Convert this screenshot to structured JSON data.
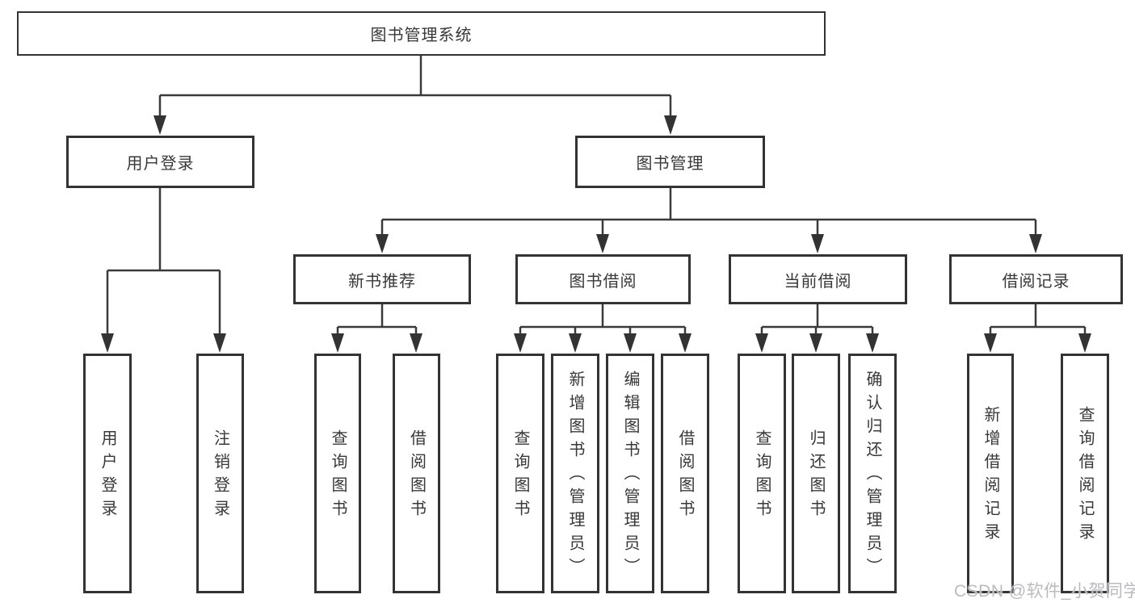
{
  "diagram": {
    "root": {
      "label": "图书管理系统"
    },
    "login": {
      "label": "用户登录",
      "leaves": [
        {
          "label": "用户登录"
        },
        {
          "label": "注销登录"
        }
      ]
    },
    "management": {
      "label": "图书管理",
      "sections": [
        {
          "label": "新书推荐",
          "leaves": [
            {
              "label": "查询图书"
            },
            {
              "label": "借阅图书"
            }
          ]
        },
        {
          "label": "图书借阅",
          "leaves": [
            {
              "label": "查询图书"
            },
            {
              "label": "新增图书（管理员）"
            },
            {
              "label": "编辑图书（管理员）"
            },
            {
              "label": "借阅图书"
            }
          ]
        },
        {
          "label": "当前借阅",
          "leaves": [
            {
              "label": "查询图书"
            },
            {
              "label": "归还图书"
            },
            {
              "label": "确认归还（管理员）"
            }
          ]
        },
        {
          "label": "借阅记录",
          "leaves": [
            {
              "label": "新增借阅记录"
            },
            {
              "label": "查询借阅记录"
            }
          ]
        }
      ]
    },
    "watermark": "CSDN @软件_小贺同学"
  },
  "colors": {
    "line": "#3a3a3a",
    "border": "#333333",
    "text": "#383838",
    "watermark": "#bbbbbe",
    "background": "#ffffff"
  }
}
